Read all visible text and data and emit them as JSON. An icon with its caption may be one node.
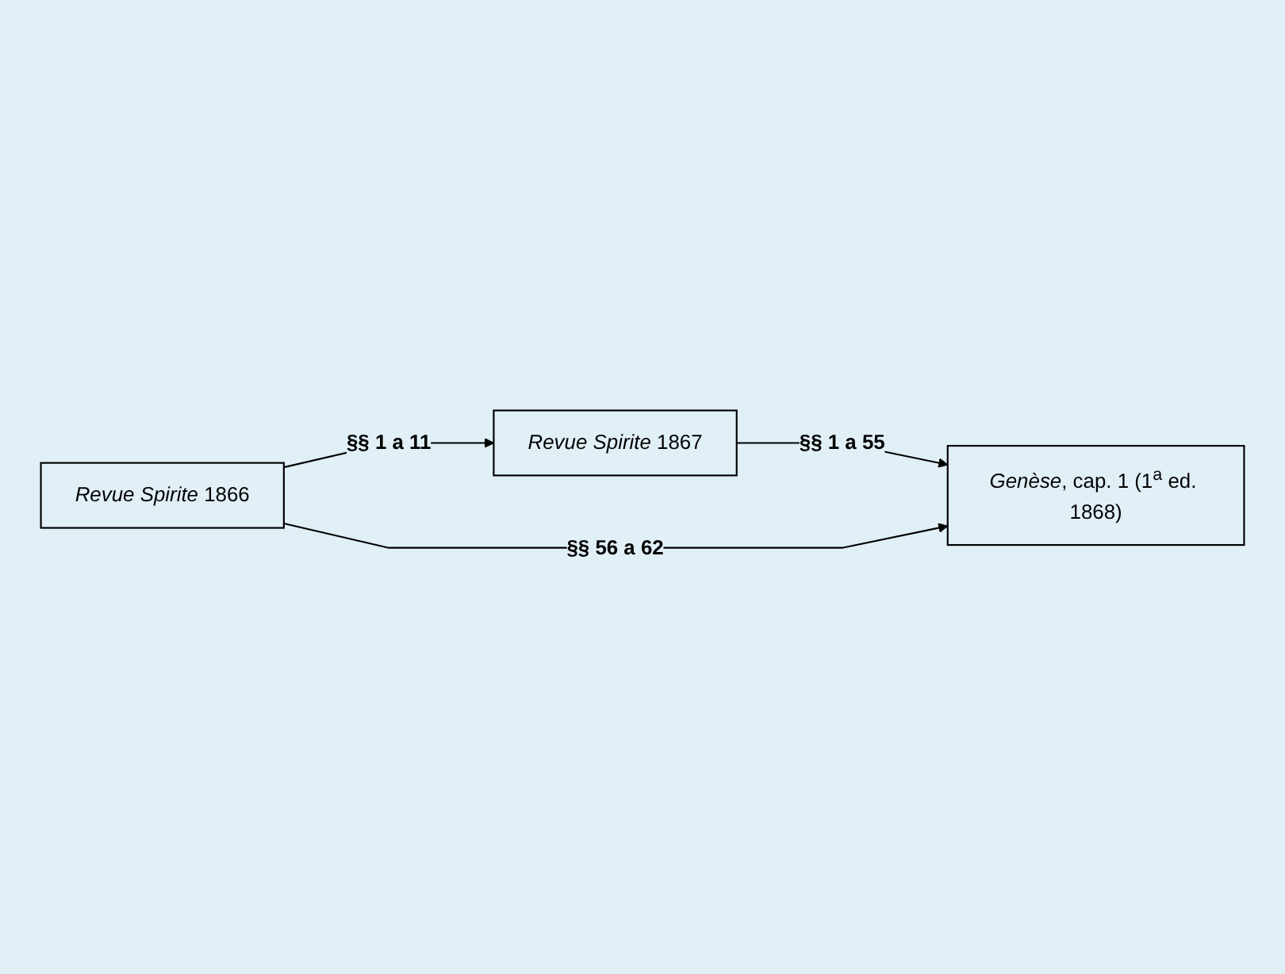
{
  "diagram": {
    "nodes": [
      {
        "text": [
          "*Revue Spirite* 1867"
        ]
      },
      {
        "text": [
          "*Revue Spirite* 1866"
        ]
      },
      {
        "text": [
          "*Genèse*, cap. 1 (1$^{a}$ ed. 1868)"
        ]
      }
    ],
    "edges": [
      {
        "from": 1,
        "to": 0,
        "arrow": "to",
        "label": "§§ 1 a 11"
      },
      {
        "from": 0,
        "to": 2,
        "arrow": "to",
        "label": "§§ 1 a 55"
      },
      {
        "from": 1,
        "to": 2,
        "arrow": "to",
        "label": "§§ 56 a 62"
      }
    ]
  }
}
